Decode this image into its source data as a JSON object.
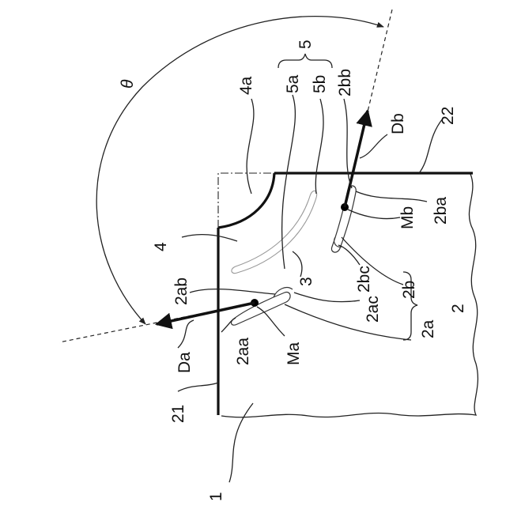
{
  "labels": {
    "theta": "θ",
    "n5": "5",
    "n5a": "5a",
    "n5b": "5b",
    "n2bb": "2bb",
    "n4a": "4a",
    "Db": "Db",
    "n22": "22",
    "n2ba": "2ba",
    "Mb": "Mb",
    "n4": "4",
    "n2bc": "2bc",
    "n3": "3",
    "n2ab": "2ab",
    "n2ac": "2ac",
    "n2b": "2b",
    "n2": "2",
    "n2a": "2a",
    "Da": "Da",
    "n2aa": "2aa",
    "Ma": "Ma",
    "n21": "21",
    "n1": "1"
  }
}
